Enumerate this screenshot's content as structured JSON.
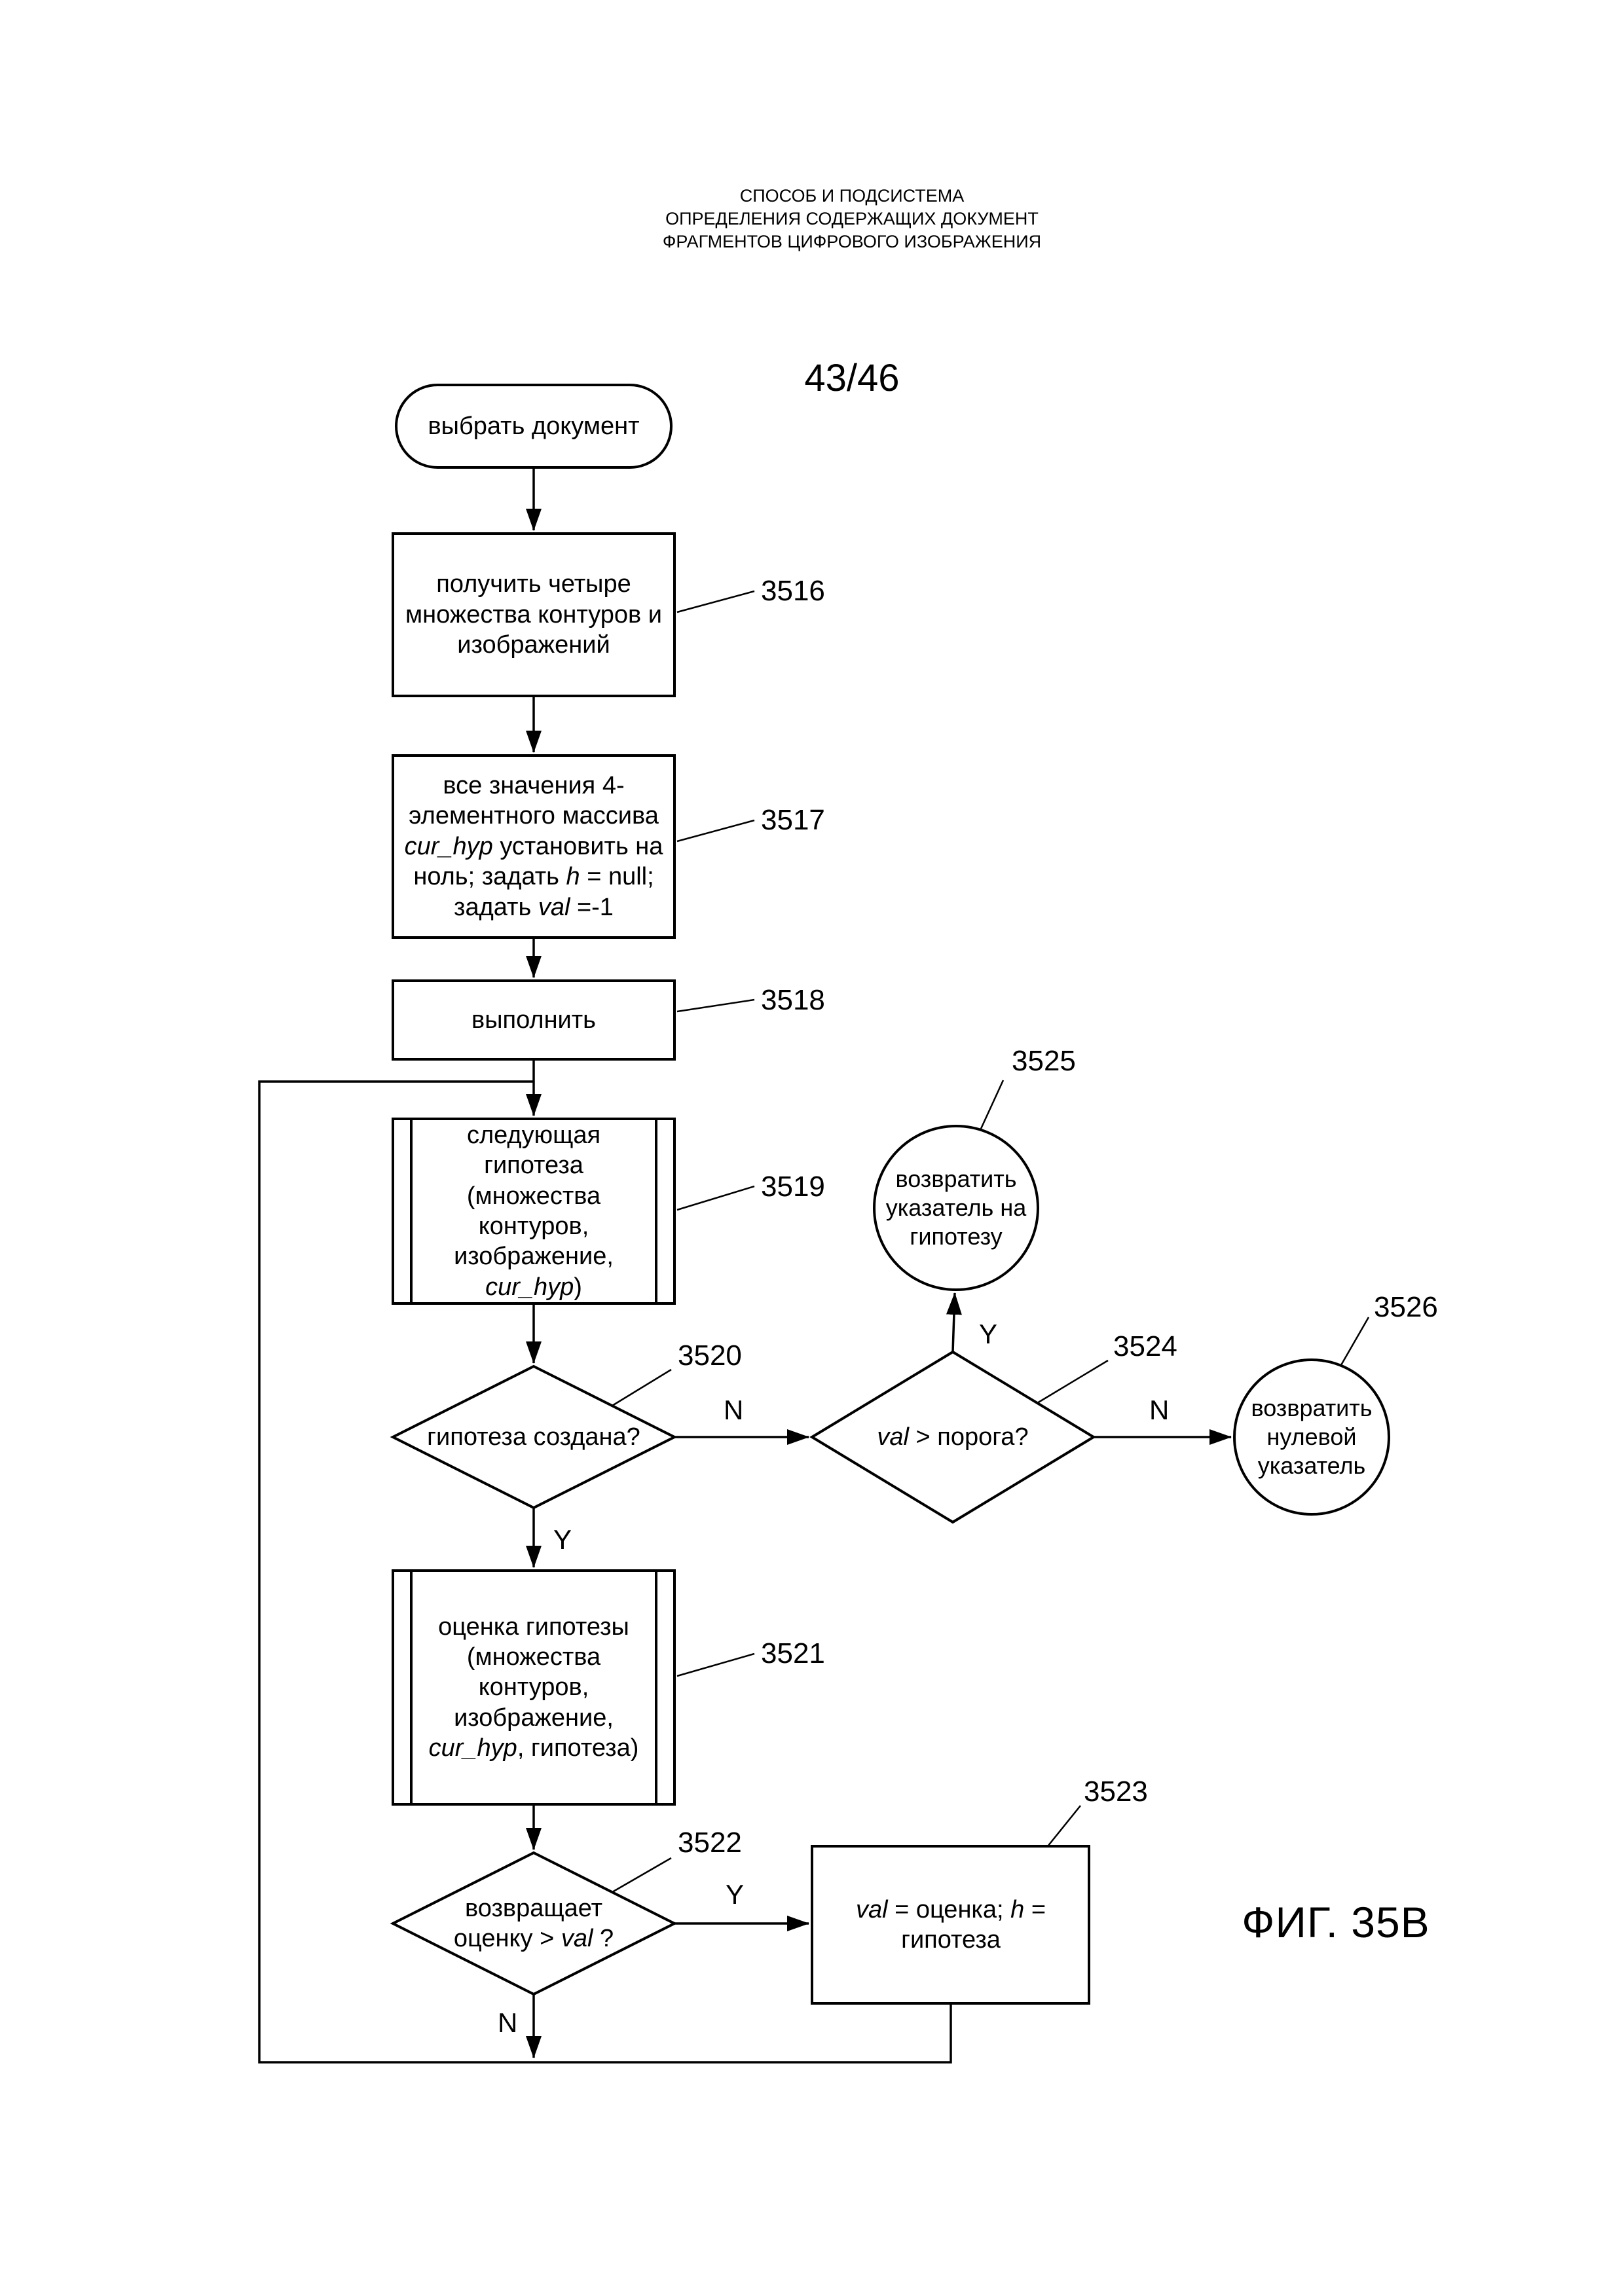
{
  "header": {
    "line1": "СПОСОБ И ПОДСИСТЕМА",
    "line2": "ОПРЕДЕЛЕНИЯ СОДЕРЖАЩИХ ДОКУМЕНТ",
    "line3": "ФРАГМЕНТОВ ЦИФРОВОГО ИЗОБРАЖЕНИЯ"
  },
  "page_number": "43/46",
  "figure_label": "ФИГ. 35В",
  "nodes": {
    "start": {
      "label": "выбрать документ"
    },
    "n3516": {
      "ref": "3516",
      "text": "получить четыре множества контуров и изображений"
    },
    "n3517": {
      "ref": "3517",
      "t1": "все значения 4-элементного массива ",
      "t2": "cur_hyp",
      "t3": " установить на ноль; задать ",
      "t4": "h",
      "t5": " = null; задать ",
      "t6": "val",
      "t7": " =-1"
    },
    "n3518": {
      "ref": "3518",
      "text": "выполнить"
    },
    "n3519": {
      "ref": "3519",
      "t1": "следующая гипотеза (множества контуров, изображение, ",
      "t2": "cur_hyp",
      "t3": ")"
    },
    "n3520": {
      "ref": "3520",
      "text": "гипотеза создана?"
    },
    "n3521": {
      "ref": "3521",
      "t1": "оценка гипотезы (множества контуров, изображение, ",
      "t2": "cur_hyp",
      "t3": ", гипотеза)"
    },
    "n3522": {
      "ref": "3522",
      "t1": "возвращает оценку > ",
      "t2": "val",
      "t3": " ?"
    },
    "n3523": {
      "ref": "3523",
      "t1": "val",
      "t2": " = оценка; ",
      "t3": "h",
      "t4": " = гипотеза"
    },
    "n3524": {
      "ref": "3524",
      "t1": "val",
      "t2": " > порога?"
    },
    "n3525": {
      "ref": "3525",
      "text": "возвратить указатель на гипотезу"
    },
    "n3526": {
      "ref": "3526",
      "text": "возвратить нулевой указатель"
    }
  },
  "edge_labels": {
    "n3520_no": "N",
    "n3520_yes": "Y",
    "n3524_yes": "Y",
    "n3524_no": "N",
    "n3522_yes": "Y",
    "n3522_no": "N"
  }
}
